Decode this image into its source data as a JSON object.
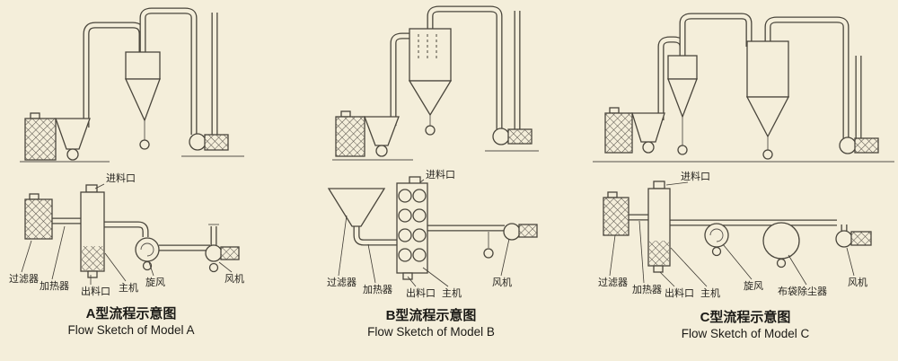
{
  "colors": {
    "background": "#f4eeda",
    "line": "#4a463c",
    "text": "#26241f"
  },
  "panels": [
    {
      "model": "A",
      "caption_cn": "A型流程示意图",
      "caption_en": "Flow Sketch of Model A",
      "labels": {
        "feed_inlet": "进料口",
        "filter": "过滤器",
        "heater": "加热器",
        "discharge_outlet": "出料口",
        "main_machine": "主机",
        "cyclone": "旋风",
        "fan": "风机"
      }
    },
    {
      "model": "B",
      "caption_cn": "B型流程示意图",
      "caption_en": "Flow Sketch of Model B",
      "labels": {
        "feed_inlet": "进料口",
        "filter": "过滤器",
        "heater": "加热器",
        "discharge_outlet": "出料口",
        "main_machine": "主机",
        "fan": "风机"
      }
    },
    {
      "model": "C",
      "caption_cn": "C型流程示意图",
      "caption_en": "Flow Sketch of Model C",
      "labels": {
        "feed_inlet": "进料口",
        "filter": "过滤器",
        "heater": "加热器",
        "discharge_outlet": "出料口",
        "main_machine": "主机",
        "cyclone": "旋风",
        "bag_collector": "布袋除尘器",
        "fan": "风机"
      }
    }
  ]
}
